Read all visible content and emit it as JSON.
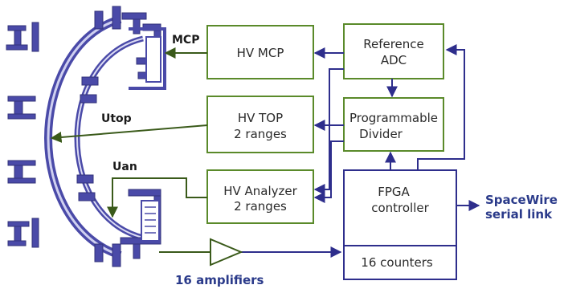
{
  "colors": {
    "green": "#5a8a2a",
    "navy": "#2e2e8c",
    "detector": "#4a4aa8",
    "text_dark": "#222222"
  },
  "boxes": {
    "hv_mcp": "HV MCP",
    "hv_top_line1": "HV TOP",
    "hv_top_line2": "2 ranges",
    "hv_analyzer_line1": "HV Analyzer",
    "hv_analyzer_line2": "2 ranges",
    "reference_line1": "Reference",
    "reference_line2": "ADC",
    "divider_line1": "Programmable",
    "divider_line2": "Divider",
    "fpga_line1": "FPGA",
    "fpga_line2": "controller",
    "counters": "16 counters"
  },
  "signals": {
    "mcp": "MCP",
    "utop": "Utop",
    "uan": "Uan"
  },
  "outputs": {
    "spacewire_line1": "SpaceWire",
    "spacewire_line2": "serial link",
    "amplifiers": "16 amplifiers"
  },
  "icons": {
    "detector": "electrostatic-analyzer-cross-section",
    "amplifier": "triangle-amplifier-icon"
  }
}
